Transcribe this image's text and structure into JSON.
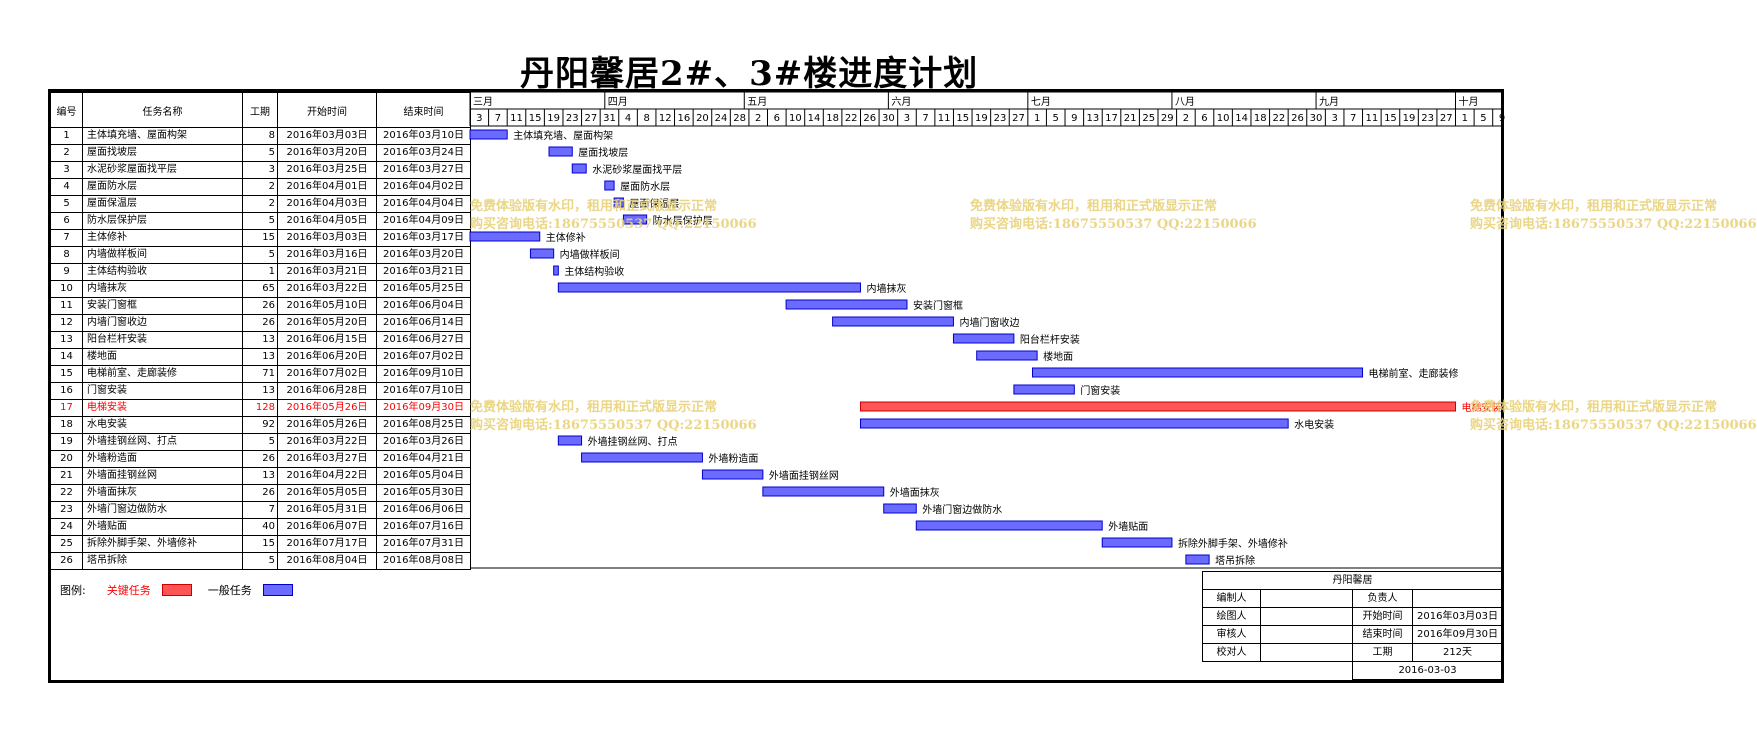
{
  "page_title": "丹阳馨居2#、3#楼进度计划",
  "table_headers": {
    "no": "编号",
    "name": "任务名称",
    "duration": "工期",
    "start": "开始时间",
    "end": "结束时间"
  },
  "timeline": {
    "months": [
      "三月",
      "四月",
      "五月",
      "六月",
      "七月",
      "八月",
      "九月",
      "十月"
    ],
    "days": [
      "3",
      "7",
      "11",
      "15",
      "19",
      "23",
      "27",
      "31",
      "4",
      "8",
      "12",
      "16",
      "20",
      "24",
      "28",
      "2",
      "6",
      "10",
      "14",
      "18",
      "22",
      "26",
      "30",
      "3",
      "7",
      "11",
      "15",
      "19",
      "23",
      "27",
      "1",
      "5",
      "9",
      "13",
      "17",
      "21",
      "25",
      "29",
      "2",
      "6",
      "10",
      "14",
      "18",
      "22",
      "26",
      "30",
      "3",
      "7",
      "11",
      "15",
      "19",
      "23",
      "27",
      "1",
      "5",
      "9"
    ]
  },
  "tasks": [
    {
      "no": "1",
      "name": "主体填充墙、屋面构架",
      "duration": "8",
      "start": "2016年03月03日",
      "end": "2016年03月10日",
      "critical": false
    },
    {
      "no": "2",
      "name": "屋面找坡层",
      "duration": "5",
      "start": "2016年03月20日",
      "end": "2016年03月24日",
      "critical": false
    },
    {
      "no": "3",
      "name": "水泥砂浆屋面找平层",
      "duration": "3",
      "start": "2016年03月25日",
      "end": "2016年03月27日",
      "critical": false
    },
    {
      "no": "4",
      "name": "屋面防水层",
      "duration": "2",
      "start": "2016年04月01日",
      "end": "2016年04月02日",
      "critical": false
    },
    {
      "no": "5",
      "name": "屋面保温层",
      "duration": "2",
      "start": "2016年04月03日",
      "end": "2016年04月04日",
      "critical": false
    },
    {
      "no": "6",
      "name": "防水层保护层",
      "duration": "5",
      "start": "2016年04月05日",
      "end": "2016年04月09日",
      "critical": false
    },
    {
      "no": "7",
      "name": "主体修补",
      "duration": "15",
      "start": "2016年03月03日",
      "end": "2016年03月17日",
      "critical": false
    },
    {
      "no": "8",
      "name": "内墙做样板间",
      "duration": "5",
      "start": "2016年03月16日",
      "end": "2016年03月20日",
      "critical": false
    },
    {
      "no": "9",
      "name": "主体结构验收",
      "duration": "1",
      "start": "2016年03月21日",
      "end": "2016年03月21日",
      "critical": false
    },
    {
      "no": "10",
      "name": "内墙抹灰",
      "duration": "65",
      "start": "2016年03月22日",
      "end": "2016年05月25日",
      "critical": false
    },
    {
      "no": "11",
      "name": "安装门窗框",
      "duration": "26",
      "start": "2016年05月10日",
      "end": "2016年06月04日",
      "critical": false
    },
    {
      "no": "12",
      "name": "内墙门窗收边",
      "duration": "26",
      "start": "2016年05月20日",
      "end": "2016年06月14日",
      "critical": false
    },
    {
      "no": "13",
      "name": "阳台栏杆安装",
      "duration": "13",
      "start": "2016年06月15日",
      "end": "2016年06月27日",
      "critical": false
    },
    {
      "no": "14",
      "name": "楼地面",
      "duration": "13",
      "start": "2016年06月20日",
      "end": "2016年07月02日",
      "critical": false
    },
    {
      "no": "15",
      "name": "电梯前室、走廊装修",
      "duration": "71",
      "start": "2016年07月02日",
      "end": "2016年09月10日",
      "critical": false
    },
    {
      "no": "16",
      "name": "门窗安装",
      "duration": "13",
      "start": "2016年06月28日",
      "end": "2016年07月10日",
      "critical": false
    },
    {
      "no": "17",
      "name": "电梯安装",
      "duration": "128",
      "start": "2016年05月26日",
      "end": "2016年09月30日",
      "critical": true
    },
    {
      "no": "18",
      "name": "水电安装",
      "duration": "92",
      "start": "2016年05月26日",
      "end": "2016年08月25日",
      "critical": false
    },
    {
      "no": "19",
      "name": "外墙挂钢丝网、打点",
      "duration": "5",
      "start": "2016年03月22日",
      "end": "2016年03月26日",
      "critical": false
    },
    {
      "no": "20",
      "name": "外墙粉造面",
      "duration": "26",
      "start": "2016年03月27日",
      "end": "2016年04月21日",
      "critical": false
    },
    {
      "no": "21",
      "name": "外墙面挂钢丝网",
      "duration": "13",
      "start": "2016年04月22日",
      "end": "2016年05月04日",
      "critical": false
    },
    {
      "no": "22",
      "name": "外墙面抹灰",
      "duration": "26",
      "start": "2016年05月05日",
      "end": "2016年05月30日",
      "critical": false
    },
    {
      "no": "23",
      "name": "外墙门窗边做防水",
      "duration": "7",
      "start": "2016年05月31日",
      "end": "2016年06月06日",
      "critical": false
    },
    {
      "no": "24",
      "name": "外墙贴面",
      "duration": "40",
      "start": "2016年06月07日",
      "end": "2016年07月16日",
      "critical": false
    },
    {
      "no": "25",
      "name": "拆除外脚手架、外墙修补",
      "duration": "15",
      "start": "2016年07月17日",
      "end": "2016年07月31日",
      "critical": false
    },
    {
      "no": "26",
      "name": "塔吊拆除",
      "duration": "5",
      "start": "2016年08月04日",
      "end": "2016年08月08日",
      "critical": false
    }
  ],
  "chart_data": {
    "type": "gantt",
    "title": "丹阳馨居2#、3#楼进度计划",
    "x_axis": {
      "start": "2016-03-03",
      "end": "2016-10-11",
      "tick_interval_days": 4
    },
    "categories": [
      "主体填充墙、屋面构架",
      "屋面找坡层",
      "水泥砂浆屋面找平层",
      "屋面防水层",
      "屋面保温层",
      "防水层保护层",
      "主体修补",
      "内墙做样板间",
      "主体结构验收",
      "内墙抹灰",
      "安装门窗框",
      "内墙门窗收边",
      "阳台栏杆安装",
      "楼地面",
      "电梯前室、走廊装修",
      "门窗安装",
      "电梯安装",
      "水电安装",
      "外墙挂钢丝网、打点",
      "外墙粉造面",
      "外墙面挂钢丝网",
      "外墙面抹灰",
      "外墙门窗边做防水",
      "外墙贴面",
      "拆除外脚手架、外墙修补",
      "塔吊拆除"
    ],
    "start": [
      "2016-03-03",
      "2016-03-20",
      "2016-03-25",
      "2016-04-01",
      "2016-04-03",
      "2016-04-05",
      "2016-03-03",
      "2016-03-16",
      "2016-03-21",
      "2016-03-22",
      "2016-05-10",
      "2016-05-20",
      "2016-06-15",
      "2016-06-20",
      "2016-07-02",
      "2016-06-28",
      "2016-05-26",
      "2016-05-26",
      "2016-03-22",
      "2016-03-27",
      "2016-04-22",
      "2016-05-05",
      "2016-05-31",
      "2016-06-07",
      "2016-07-17",
      "2016-08-04"
    ],
    "end": [
      "2016-03-10",
      "2016-03-24",
      "2016-03-27",
      "2016-04-02",
      "2016-04-04",
      "2016-04-09",
      "2016-03-17",
      "2016-03-20",
      "2016-03-21",
      "2016-05-25",
      "2016-06-04",
      "2016-06-14",
      "2016-06-27",
      "2016-07-02",
      "2016-09-10",
      "2016-07-10",
      "2016-09-30",
      "2016-08-25",
      "2016-03-26",
      "2016-04-21",
      "2016-05-04",
      "2016-05-30",
      "2016-06-06",
      "2016-07-16",
      "2016-07-31",
      "2016-08-08"
    ],
    "critical": [
      false,
      false,
      false,
      false,
      false,
      false,
      false,
      false,
      false,
      false,
      false,
      false,
      false,
      false,
      false,
      false,
      true,
      false,
      false,
      false,
      false,
      false,
      false,
      false,
      false,
      false
    ],
    "colors": {
      "normal_fill": "#6b6bff",
      "normal_stroke": "#0000cc",
      "critical_fill": "#ff5555",
      "critical_stroke": "#cc0000"
    }
  },
  "legend": {
    "label": "图例:",
    "critical": "关键任务",
    "normal": "一般任务"
  },
  "info": {
    "project": "丹阳馨居",
    "rows": [
      [
        "编制人",
        "",
        "负责人",
        ""
      ],
      [
        "绘图人",
        "",
        "开始时间",
        "2016年03月03日"
      ],
      [
        "审核人",
        "",
        "结束时间",
        "2016年09月30日"
      ],
      [
        "校对人",
        "",
        "工期",
        "212天"
      ]
    ],
    "date": "2016-03-03"
  },
  "watermark": {
    "line1": "免费体验版有水印，租用和正式版显示正常",
    "line2": "购买咨询电话:18675550537 QQ:22150066"
  }
}
